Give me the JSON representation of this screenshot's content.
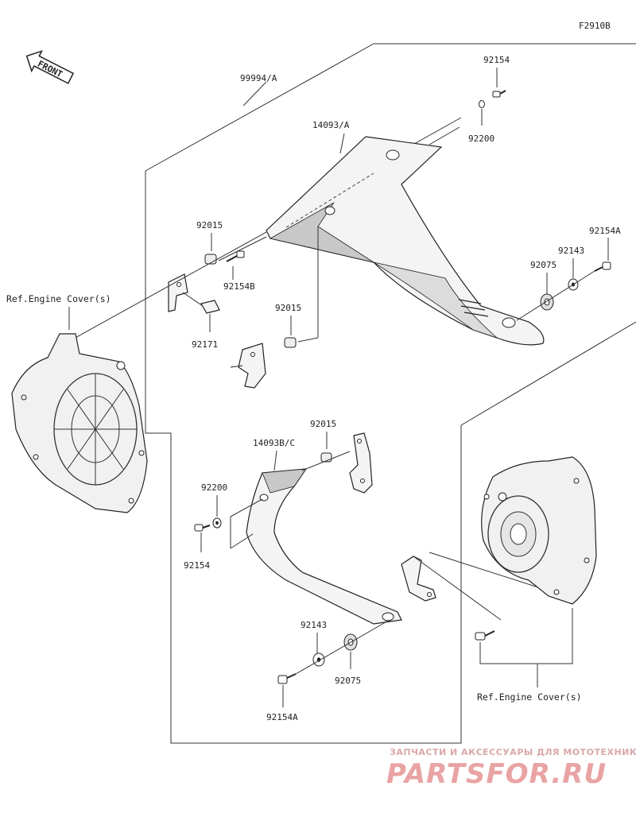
{
  "diagram_code": "F2910B",
  "front_label": "FRONT",
  "labels": {
    "kit": "99994/A",
    "upper_cover": "14093/A",
    "lower_cover": "14093B/C",
    "bolt_top": "92154",
    "washer_top": "92200",
    "bolt_a_right": "92154A",
    "washer_right": "92143",
    "grommet_right": "92075",
    "collar_1": "92015",
    "bolt_b": "92154B",
    "clip": "92171",
    "collar_2": "92015",
    "collar_3": "92015",
    "washer_left": "92200",
    "bolt_left": "92154",
    "washer_bottom": "92143",
    "grommet_bottom": "92075",
    "bolt_a_bottom": "92154A",
    "ref_engine_left": "Ref.Engine Cover(s)",
    "ref_engine_right": "Ref.Engine Cover(s)"
  },
  "watermark": {
    "line1": "ЗАПЧАСТИ И АКСЕССУАРЫ ДЛЯ МОТОТЕХНИКИ",
    "line2": "PARTSFOR.RU"
  },
  "colors": {
    "line": "#333333",
    "part_fill": "#f4f4f4",
    "part_shade": "#c8c8c8",
    "watermark": "#e9a3a3"
  }
}
